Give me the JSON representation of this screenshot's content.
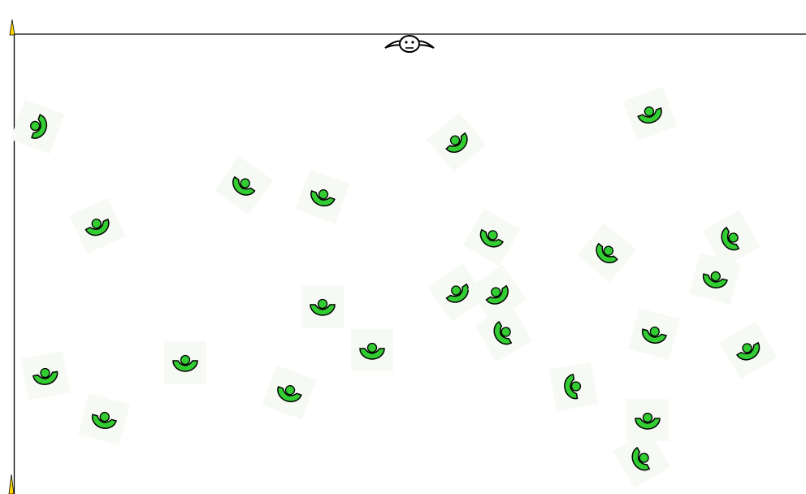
{
  "colors": {
    "background": "#ffffff",
    "boundary_line": "#000000",
    "creature_fill": "#33cc33",
    "creature_outline": "#000000",
    "marker_fill": "#ffd700",
    "player_fill": "#ffffff",
    "sprite_tile": "#f6f9f4"
  },
  "icons": {
    "creature": "green-half-dome-creature-icon",
    "player": "ufo-saucer-face-icon",
    "corner_marker": "yellow-spike-icon"
  },
  "creature_headings": [
    -70,
    -20,
    -40,
    35,
    20,
    -25,
    30,
    60,
    40,
    15,
    -35,
    -35,
    0,
    60,
    15,
    0,
    -30,
    -10,
    0,
    80,
    20,
    15,
    0,
    60,
    40,
    0,
    15,
    -20
  ]
}
